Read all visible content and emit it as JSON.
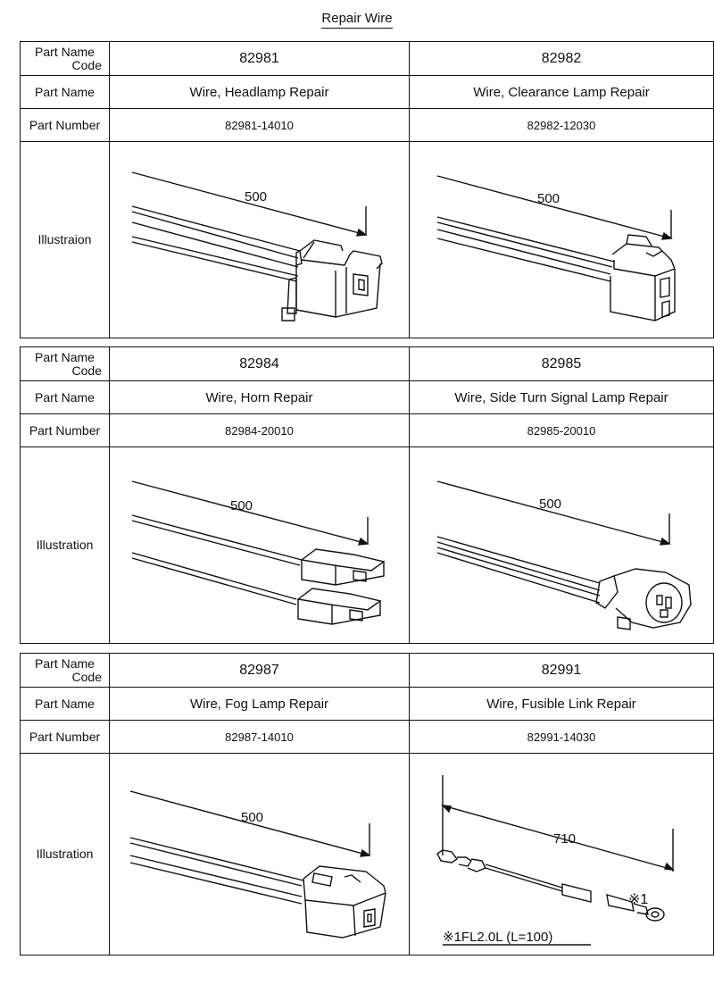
{
  "title": "Repair Wire",
  "labels": {
    "code_line1": "Part Name",
    "code_line2": "Code",
    "part_name": "Part Name",
    "part_number": "Part Number",
    "illustration_first": "Illustraion",
    "illustration": "Illustration"
  },
  "blocks": [
    {
      "items": [
        {
          "code": "82981",
          "name": "Wire, Headlamp Repair",
          "number": "82981-14010",
          "dimension": "500"
        },
        {
          "code": "82982",
          "name": "Wire, Clearance Lamp Repair",
          "number": "82982-12030",
          "dimension": "500"
        }
      ]
    },
    {
      "items": [
        {
          "code": "82984",
          "name": "Wire, Horn Repair",
          "number": "82984-20010",
          "dimension": "500"
        },
        {
          "code": "82985",
          "name": "Wire, Side Turn Signal Lamp Repair",
          "number": "82985-20010",
          "dimension": "500"
        }
      ]
    },
    {
      "items": [
        {
          "code": "82987",
          "name": "Wire, Fog Lamp Repair",
          "number": "82987-14010",
          "dimension": "500"
        },
        {
          "code": "82991",
          "name": "Wire, Fusible Link Repair",
          "number": "82991-14030",
          "dimension": "710",
          "mark": "※1",
          "note": "※1FL2.0L (L=100)"
        }
      ]
    }
  ]
}
